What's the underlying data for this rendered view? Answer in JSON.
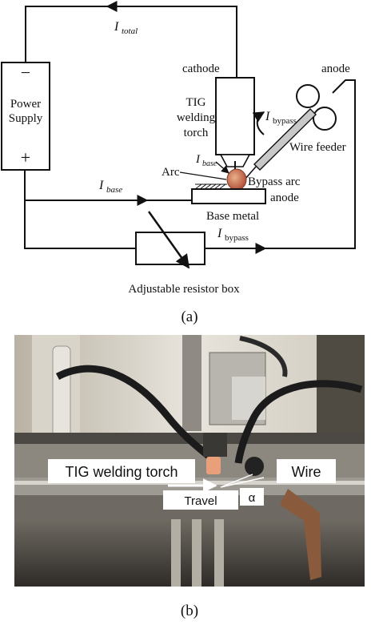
{
  "part_a": {
    "caption": "(a)",
    "power_supply": {
      "line1": "Power",
      "line2": "Supply",
      "minus": "−",
      "plus": "+"
    },
    "currents": {
      "total": {
        "symbol": "I",
        "sub": "total"
      },
      "base_top": {
        "symbol": "I",
        "sub": "base"
      },
      "base_left": {
        "symbol": "I",
        "sub": "base"
      },
      "bypass_torch": {
        "symbol": "I",
        "sub": "bypass"
      },
      "bypass_bottom": {
        "symbol": "I",
        "sub": "bypass"
      }
    },
    "labels": {
      "cathode": "cathode",
      "anode_top": "anode",
      "torch_line1": "TIG",
      "torch_line2": "welding",
      "torch_line3": "torch",
      "wire_feeder": "Wire feeder",
      "arc": "Arc",
      "bypass_arc": "Bypass arc",
      "anode_lower": "anode",
      "base_metal": "Base metal",
      "resistor": "Adjustable resistor box"
    }
  },
  "part_b": {
    "caption": "(b)",
    "labels": {
      "torch": "TIG welding torch",
      "wire": "Wire",
      "alpha": "α",
      "travel": "Travel"
    }
  }
}
